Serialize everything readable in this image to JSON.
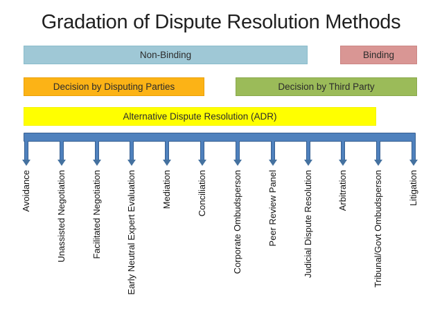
{
  "title": "Gradation of Dispute Resolution Methods",
  "bands": {
    "non_binding": {
      "label": "Non-Binding",
      "fill": "#9FC8D6",
      "border": "#8ABCCB"
    },
    "binding": {
      "label": "Binding",
      "fill": "#D99694",
      "border": "#CB8583"
    },
    "disputing_parties": {
      "label": "Decision by Disputing Parties",
      "fill": "#FCB316",
      "border": "#E9A009"
    },
    "third_party": {
      "label": "Decision by Third Party",
      "fill": "#9BBB59",
      "border": "#89A84C"
    },
    "adr": {
      "label": "Alternative Dispute Resolution (ADR)",
      "fill": "#FFFF00",
      "border": "#F4F400"
    }
  },
  "axis": {
    "fill": "#4F81BD",
    "border": "#365F91"
  },
  "methods": [
    "Avoidance",
    "Unassisted Negotiation",
    "Facilitated Negotiation",
    "Early Neutral Expert Evaluation",
    "Mediation",
    "Conciliation",
    "Corporate Ombudsperson",
    "Peer Review Panel",
    "Judicial Dispute Resolution",
    "Arbitration",
    "Tribunal/Govt Ombudsperson",
    "Litigation"
  ]
}
